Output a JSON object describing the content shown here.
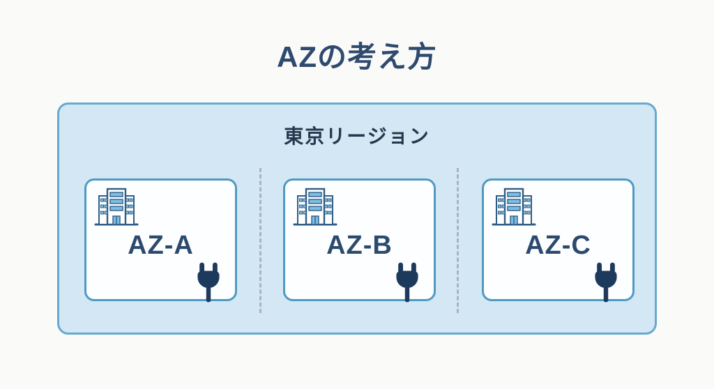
{
  "page": {
    "title": "AZの考え方"
  },
  "region": {
    "label": "東京リージョン",
    "zones": [
      {
        "label": "AZ-A",
        "icons": [
          "building-icon",
          "power-plug-icon"
        ]
      },
      {
        "label": "AZ-B",
        "icons": [
          "building-icon",
          "power-plug-icon"
        ]
      },
      {
        "label": "AZ-C",
        "icons": [
          "building-icon",
          "power-plug-icon"
        ]
      }
    ]
  },
  "colors": {
    "background": "#fafaf8",
    "title_text": "#2e4a6e",
    "region_fill": "#d3e7f4",
    "region_border": "#66aacd",
    "region_label_text": "#24384e",
    "card_fill": "#fdfeff",
    "card_border": "#4f9ac3",
    "az_label_text": "#2c4a6e",
    "plug_icon": "#1d3a5c",
    "building_outline": "#2f5d85",
    "building_window": "#7cbde4",
    "dashed_divider": "#a9b4bd"
  }
}
